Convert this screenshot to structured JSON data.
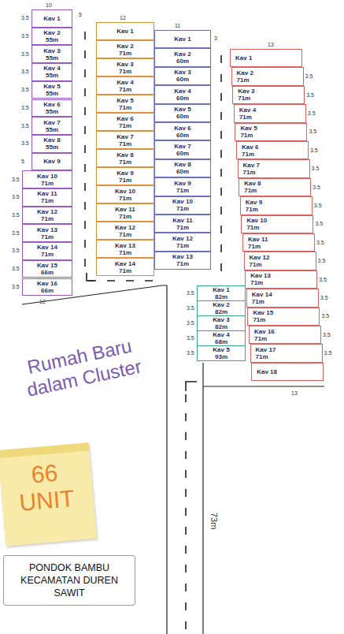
{
  "diagram": {
    "title": "Rumah Baru dalam Cluster",
    "caption": "PONDOK BAMBU KECAMATAN DUREN SAWIT",
    "nodes": [
      {
        "text": [
          "Kav 1"
        ]
      },
      {
        "text": [
          "Kav 2",
          "55m"
        ]
      },
      {
        "text": [
          "Kav 3",
          "55m"
        ]
      },
      {
        "text": [
          "Kav 4",
          "55m"
        ]
      },
      {
        "text": [
          "Kav 5",
          "55m"
        ]
      },
      {
        "text": [
          "Kav 6",
          "55m"
        ]
      },
      {
        "text": [
          "Kav 7",
          "55m"
        ]
      },
      {
        "text": [
          "Kav 8",
          "55m"
        ]
      },
      {
        "text": [
          "Kav 9"
        ]
      },
      {
        "text": [
          "Kav 10",
          "71m"
        ]
      },
      {
        "text": [
          "Kav 11",
          "71m"
        ]
      },
      {
        "text": [
          "Kav 12",
          "71m"
        ]
      },
      {
        "text": [
          "Kav 13",
          "71m"
        ]
      },
      {
        "text": [
          "Kav 14",
          "71m"
        ]
      },
      {
        "text": [
          "Kav 15",
          "66m"
        ]
      },
      {
        "text": [
          "Kav 16",
          "66m"
        ]
      },
      {
        "text": [
          "Kav 1"
        ]
      },
      {
        "text": [
          "Kav 2",
          "71m"
        ]
      },
      {
        "text": [
          "Kav 3",
          "71m"
        ]
      },
      {
        "text": [
          "Kav 4",
          "71m"
        ]
      },
      {
        "text": [
          "Kav 5",
          "71m"
        ]
      },
      {
        "text": [
          "Kav 6",
          "71m"
        ]
      },
      {
        "text": [
          "Kav 7",
          "71m"
        ]
      },
      {
        "text": [
          "Kav 8",
          "71m"
        ]
      },
      {
        "text": [
          "Kav 9",
          "71m"
        ]
      },
      {
        "text": [
          "Kav 10",
          "71m"
        ]
      },
      {
        "text": [
          "Kav 11",
          "71m"
        ]
      },
      {
        "text": [
          "Kav 12",
          "71m"
        ]
      },
      {
        "text": [
          "Kav 13",
          "71m"
        ]
      },
      {
        "text": [
          "Kav 14",
          "71m"
        ]
      },
      {
        "text": [
          "Kav 1"
        ]
      },
      {
        "text": [
          "Kav 2",
          "60m"
        ]
      },
      {
        "text": [
          "Kav 3",
          "60m"
        ]
      },
      {
        "text": [
          "Kav 4",
          "60m"
        ]
      },
      {
        "text": [
          "Kav 5",
          "60m"
        ]
      },
      {
        "text": [
          "Kav 6",
          "60m"
        ]
      },
      {
        "text": [
          "Kav 7",
          "60m"
        ]
      },
      {
        "text": [
          "Kav 8",
          "60m"
        ]
      },
      {
        "text": [
          "Kav 9",
          "71m"
        ]
      },
      {
        "text": [
          "Kav 10",
          "71m"
        ]
      },
      {
        "text": [
          "Kav 11",
          "71m"
        ]
      },
      {
        "text": [
          "Kav 12",
          "71m"
        ]
      },
      {
        "text": [
          "Kav 13",
          "71m"
        ]
      },
      {
        "text": [
          "Kav 1"
        ]
      },
      {
        "text": [
          "Kav 2",
          "71m"
        ]
      },
      {
        "text": [
          "Kav 3",
          "71m"
        ]
      },
      {
        "text": [
          "Kav 4",
          "71m"
        ]
      },
      {
        "text": [
          "Kav 5",
          "71m"
        ]
      },
      {
        "text": [
          "Kav 6",
          "71m"
        ]
      },
      {
        "text": [
          "Kav 7",
          "71m"
        ]
      },
      {
        "text": [
          "Kav 8",
          "71m"
        ]
      },
      {
        "text": [
          "Kav 9",
          "71m"
        ]
      },
      {
        "text": [
          "Kav 10",
          "71m"
        ]
      },
      {
        "text": [
          "Kav 11",
          "71m"
        ]
      },
      {
        "text": [
          "Kav 12",
          "71m"
        ]
      },
      {
        "text": [
          "Kav 13",
          "71m"
        ]
      },
      {
        "text": [
          "Kav 14",
          "71m"
        ]
      },
      {
        "text": [
          "Kav 15",
          "71m"
        ]
      },
      {
        "text": [
          "Kav 16",
          "71m"
        ]
      },
      {
        "text": [
          "Kav 17",
          "71m"
        ]
      },
      {
        "text": [
          "Kav 18"
        ]
      },
      {
        "text": [
          "Kav 1",
          "82m"
        ]
      },
      {
        "text": [
          "Kav 2",
          "82m"
        ]
      },
      {
        "text": [
          "Kav 3",
          "82m"
        ]
      },
      {
        "text": [
          "Kav 4",
          "68m"
        ]
      },
      {
        "text": [
          "Kav 5",
          "93m"
        ]
      }
    ],
    "labels": [
      "10",
      "5",
      "12",
      "11",
      "3",
      "13",
      "12",
      "13",
      "73m",
      "66 UNIT",
      "3.5",
      "3.5",
      "3.5",
      "3.5",
      "3.5",
      "3.5",
      "3.5",
      "3.5",
      "5",
      "3.5",
      "3.5",
      "3.5",
      "3.5",
      "3.5",
      "3.5",
      "3.5",
      "3.5",
      "3.5",
      "3.5",
      "3.5",
      "3.5",
      "3.5",
      "3.5",
      "3.5",
      "3.5",
      "3.5",
      "3.5",
      "3.5",
      "3.5",
      "3.5",
      "3.5",
      "3.5",
      "3.5",
      "3.5",
      "3.5",
      "3.5",
      "3.5"
    ]
  }
}
